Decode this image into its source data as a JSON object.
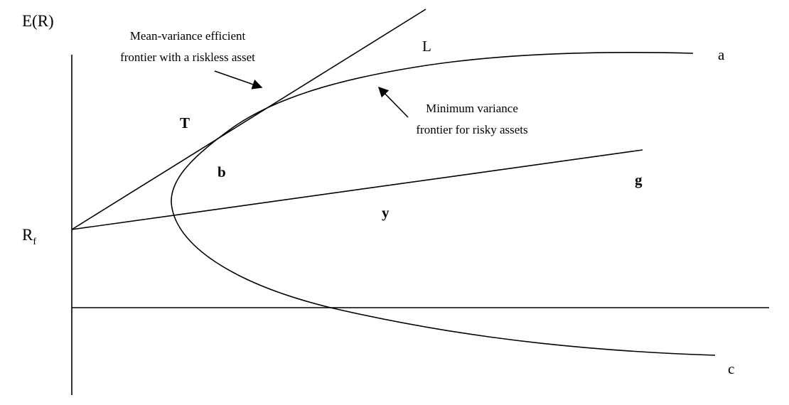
{
  "axes": {
    "y_label": "E(R)",
    "rf_label": "R",
    "rf_subscript": "f"
  },
  "annotations": {
    "efficient_frontier_line1": "Mean-variance efficient",
    "efficient_frontier_line2": "frontier with a riskless asset",
    "min_variance_line1": "Minimum variance",
    "min_variance_line2": "frontier for risky assets"
  },
  "point_labels": {
    "L": "L",
    "a": "a",
    "T": "T",
    "b": "b",
    "g": "g",
    "y": "y",
    "c": "c"
  },
  "colors": {
    "ink": "#000000",
    "background": "#ffffff"
  }
}
